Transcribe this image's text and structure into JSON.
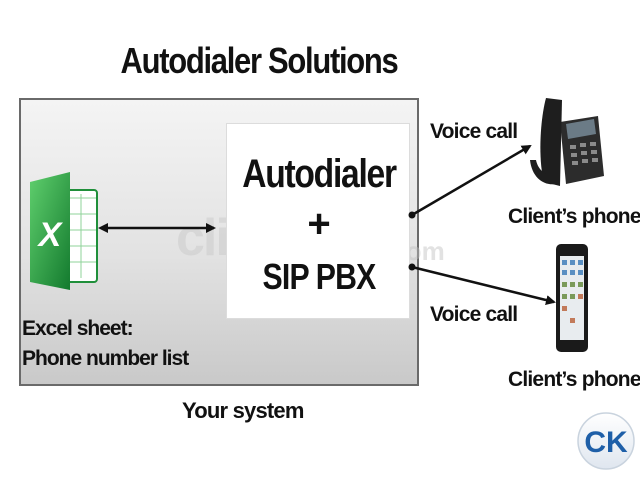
{
  "title": "Autodialer Solutions",
  "system": {
    "label": "Your system",
    "excel": {
      "icon": "excel-icon",
      "icon_letter": "X",
      "label_line1": "Excel sheet:",
      "label_line2": "Phone number list"
    },
    "engine": {
      "line1": "Autodialer",
      "line2": "+",
      "line3": "SIP PBX"
    }
  },
  "connections": {
    "call_top": "Voice call",
    "call_bottom": "Voice call"
  },
  "clients": {
    "top": {
      "icon": "desk-phone-icon",
      "label": "Client’s phone"
    },
    "bottom": {
      "icon": "smartphone-icon",
      "label": "Client’s phone"
    }
  },
  "watermark": {
    "text": "clickbd",
    "suffix": ".com",
    "logo": "CK"
  },
  "colors": {
    "excel_green": "#1f8f3a",
    "logo_blue": "#1e5fa8",
    "box_border": "#6a6a6a"
  }
}
